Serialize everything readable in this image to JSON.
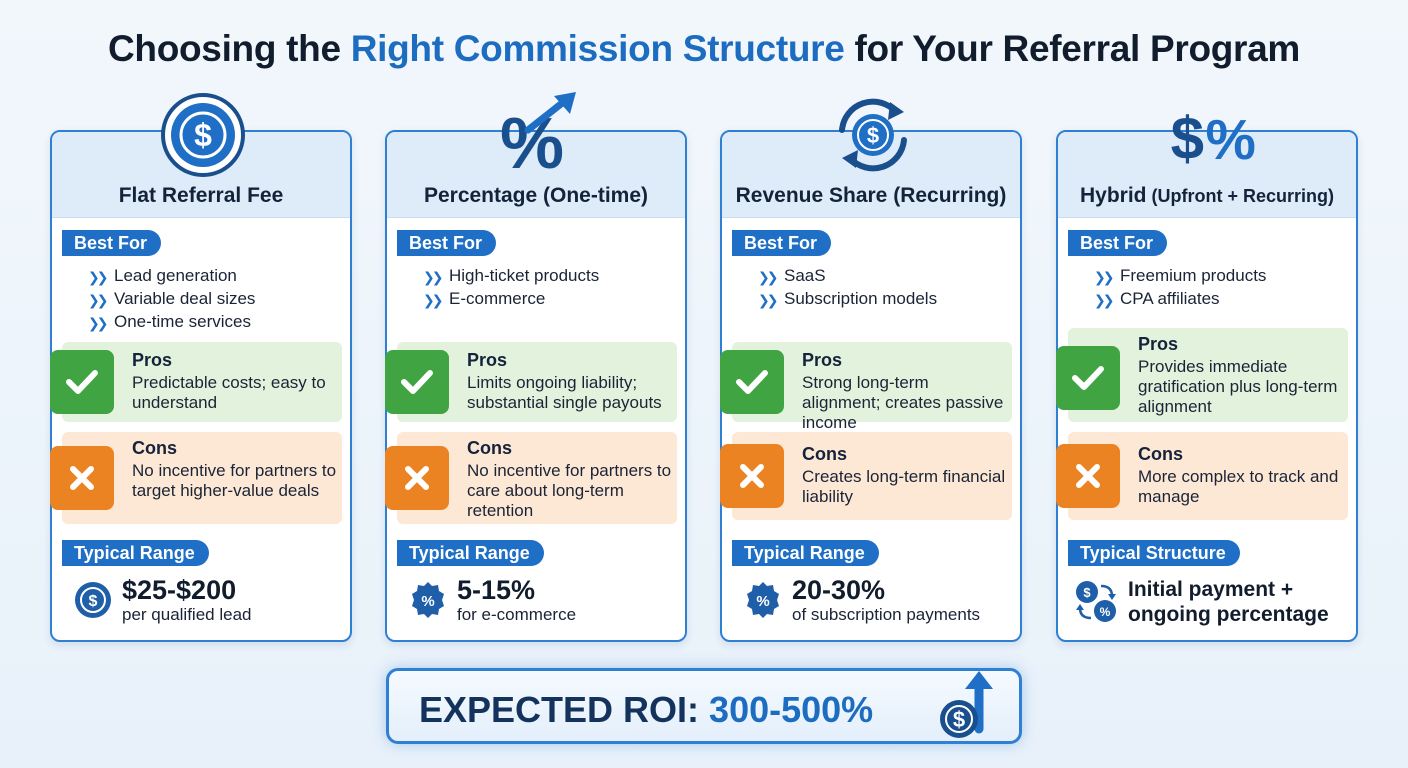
{
  "title": {
    "part1": "Choosing the ",
    "highlight": "Right Commission Structure",
    "part2": " for Your Referral Program"
  },
  "colors": {
    "accent": "#1c6cc0",
    "pros_green": "#3fa441",
    "cons_orange": "#ec8322",
    "pros_bg": "#e3f2dd",
    "cons_bg": "#fde8d6"
  },
  "cards": [
    {
      "icon": "dollar-coin-icon",
      "title": "Flat Referral Fee",
      "best_for_label": "Best For",
      "best_for": [
        "Lead generation",
        "Variable deal sizes",
        "One-time services"
      ],
      "pros_label": "Pros",
      "pros": "Predictable costs; easy to understand",
      "cons_label": "Cons",
      "cons": "No incentive for partners to target higher-value deals",
      "range_label": "Typical Range",
      "range_icon": "dollar-badge-icon",
      "range_value": "$25-$200",
      "range_sub": "per qualified lead"
    },
    {
      "icon": "percent-arrow-icon",
      "title": "Percentage (One-time)",
      "best_for_label": "Best For",
      "best_for": [
        "High-ticket products",
        "E-commerce"
      ],
      "pros_label": "Pros",
      "pros": "Limits ongoing liability; substantial single payouts",
      "cons_label": "Cons",
      "cons": "No incentive for partners to care about long-term retention",
      "range_label": "Typical Range",
      "range_icon": "percent-badge-icon",
      "range_value": "5-15%",
      "range_sub": "for e-commerce"
    },
    {
      "icon": "recurring-dollar-icon",
      "title": "Revenue Share (Recurring)",
      "best_for_label": "Best For",
      "best_for": [
        "SaaS",
        "Subscription models"
      ],
      "pros_label": "Pros",
      "pros": "Strong long-term alignment; creates passive income",
      "cons_label": "Cons",
      "cons": "Creates long-term financial liability",
      "range_label": "Typical Range",
      "range_icon": "percent-badge-icon",
      "range_value": "20-30%",
      "range_sub": "of subscription payments"
    },
    {
      "icon": "dollar-percent-icon",
      "title": "Hybrid",
      "title_small": " (Upfront + Recurring)",
      "best_for_label": "Best For",
      "best_for": [
        "Freemium products",
        "CPA affiliates"
      ],
      "pros_label": "Pros",
      "pros": "Provides immediate gratification plus long-term alignment",
      "cons_label": "Cons",
      "cons": "More complex to track and manage",
      "range_label": "Typical Structure",
      "range_icon": "dollar-percent-swap-icon",
      "structure_line1": "Initial payment +",
      "structure_line2": "ongoing percentage"
    }
  ],
  "roi": {
    "label": "EXPECTED ROI: ",
    "value": "300-500%",
    "icon": "dollar-up-arrow-icon"
  }
}
